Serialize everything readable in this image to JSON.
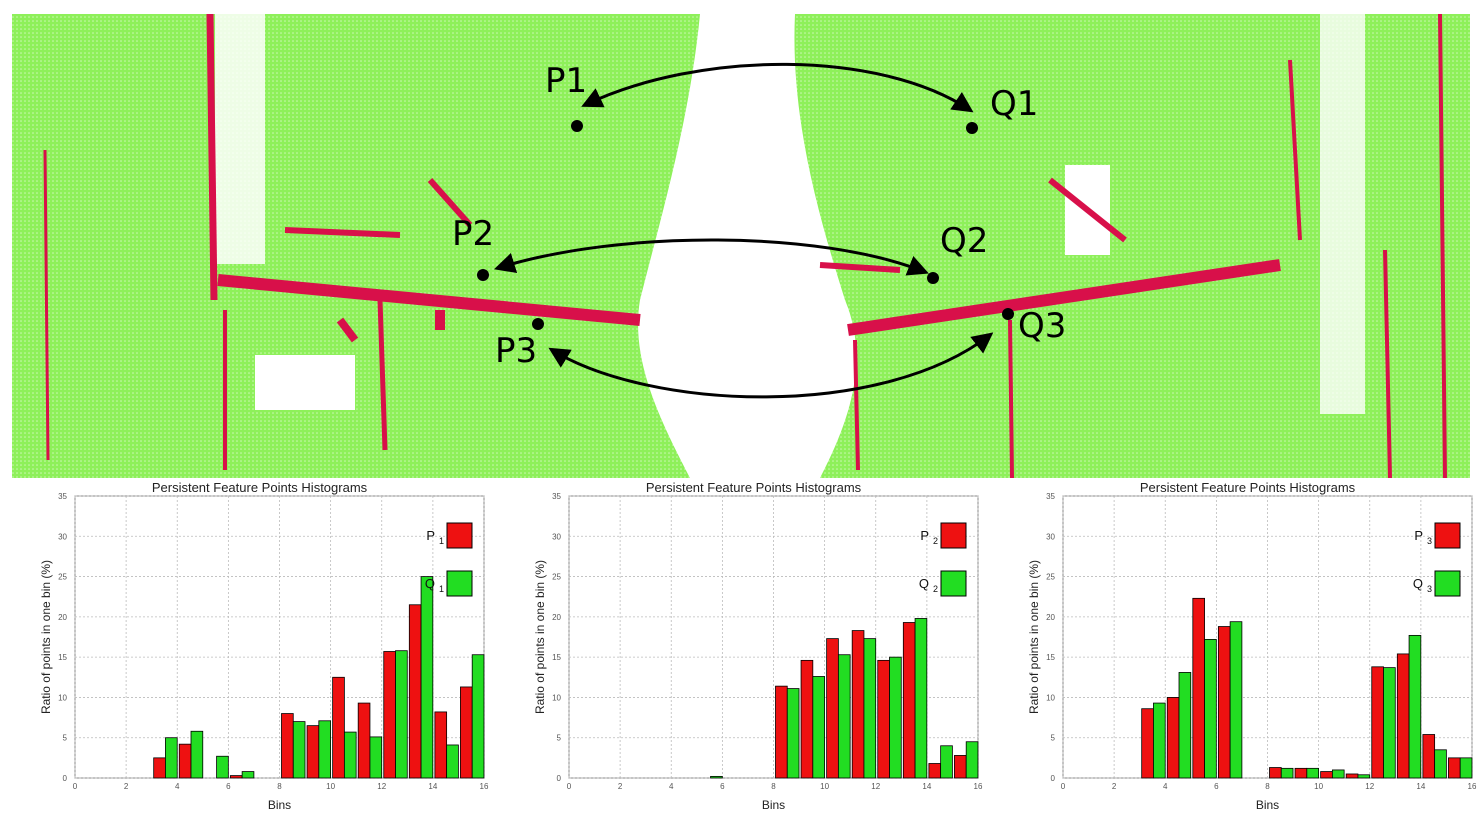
{
  "scene": {
    "points": [
      {
        "id": "P1",
        "label": "P1"
      },
      {
        "id": "Q1",
        "label": "Q1"
      },
      {
        "id": "P2",
        "label": "P2"
      },
      {
        "id": "Q2",
        "label": "Q2"
      },
      {
        "id": "P3",
        "label": "P3"
      },
      {
        "id": "Q3",
        "label": "Q3"
      }
    ],
    "colors": {
      "surface": "#7ee84c",
      "edge": "#d8104a",
      "background": "#ffffff"
    }
  },
  "chart_data": [
    {
      "type": "bar",
      "title": "Persistent Feature Points Histograms",
      "xlabel": "Bins",
      "ylabel": "Ratio of points in one bin (%)",
      "xlim": [
        0,
        16
      ],
      "ylim": [
        0,
        35
      ],
      "xticks": [
        0,
        2,
        4,
        6,
        8,
        10,
        12,
        14,
        16
      ],
      "yticks": [
        0,
        5,
        10,
        15,
        20,
        25,
        30,
        35
      ],
      "grid": true,
      "legend_position": "top-right",
      "categories": [
        0,
        1,
        2,
        3,
        4,
        5,
        6,
        7,
        8,
        9,
        10,
        11,
        12,
        13,
        14,
        15
      ],
      "series": [
        {
          "name": "P",
          "sub": "1",
          "color": "#ee1111",
          "values": [
            0,
            0,
            0,
            2.5,
            4.2,
            0,
            0.3,
            0,
            8,
            6.5,
            12.5,
            9.3,
            15.7,
            21.5,
            8.2,
            11.3
          ]
        },
        {
          "name": "Q",
          "sub": "1",
          "color": "#22dd22",
          "values": [
            0,
            0,
            0,
            5,
            5.8,
            2.7,
            0.8,
            0,
            7,
            7.1,
            5.7,
            5.1,
            15.8,
            25,
            4.1,
            15.3
          ]
        }
      ]
    },
    {
      "type": "bar",
      "title": "Persistent Feature Points Histograms",
      "xlabel": "Bins",
      "ylabel": "Ratio of points in one bin (%)",
      "xlim": [
        0,
        16
      ],
      "ylim": [
        0,
        35
      ],
      "xticks": [
        0,
        2,
        4,
        6,
        8,
        10,
        12,
        14,
        16
      ],
      "yticks": [
        0,
        5,
        10,
        15,
        20,
        25,
        30,
        35
      ],
      "grid": true,
      "legend_position": "top-right",
      "categories": [
        0,
        1,
        2,
        3,
        4,
        5,
        6,
        7,
        8,
        9,
        10,
        11,
        12,
        13,
        14,
        15
      ],
      "series": [
        {
          "name": "P",
          "sub": "2",
          "color": "#ee1111",
          "values": [
            0,
            0,
            0,
            0,
            0,
            0,
            0,
            0,
            11.4,
            14.6,
            17.3,
            18.3,
            14.6,
            19.3,
            1.8,
            2.8
          ]
        },
        {
          "name": "Q",
          "sub": "2",
          "color": "#22dd22",
          "values": [
            0,
            0,
            0,
            0,
            0,
            0.2,
            0,
            0,
            11.1,
            12.6,
            15.3,
            17.3,
            15,
            19.8,
            4,
            4.5
          ]
        }
      ]
    },
    {
      "type": "bar",
      "title": "Persistent Feature Points Histograms",
      "xlabel": "Bins",
      "ylabel": "Ratio of points in one bin (%)",
      "xlim": [
        0,
        16
      ],
      "ylim": [
        0,
        35
      ],
      "xticks": [
        0,
        2,
        4,
        6,
        8,
        10,
        12,
        14,
        16
      ],
      "yticks": [
        0,
        5,
        10,
        15,
        20,
        25,
        30,
        35
      ],
      "grid": true,
      "legend_position": "top-right",
      "categories": [
        0,
        1,
        2,
        3,
        4,
        5,
        6,
        7,
        8,
        9,
        10,
        11,
        12,
        13,
        14,
        15
      ],
      "series": [
        {
          "name": "P",
          "sub": "3",
          "color": "#ee1111",
          "values": [
            0,
            0,
            0,
            8.6,
            10,
            22.3,
            18.8,
            0,
            1.3,
            1.2,
            0.8,
            0.5,
            13.8,
            15.4,
            5.4,
            2.5
          ]
        },
        {
          "name": "Q",
          "sub": "3",
          "color": "#22dd22",
          "values": [
            0,
            0,
            0,
            9.3,
            13.1,
            17.2,
            19.4,
            0,
            1.2,
            1.2,
            1,
            0.4,
            13.7,
            17.7,
            3.5,
            2.5
          ]
        }
      ]
    }
  ]
}
